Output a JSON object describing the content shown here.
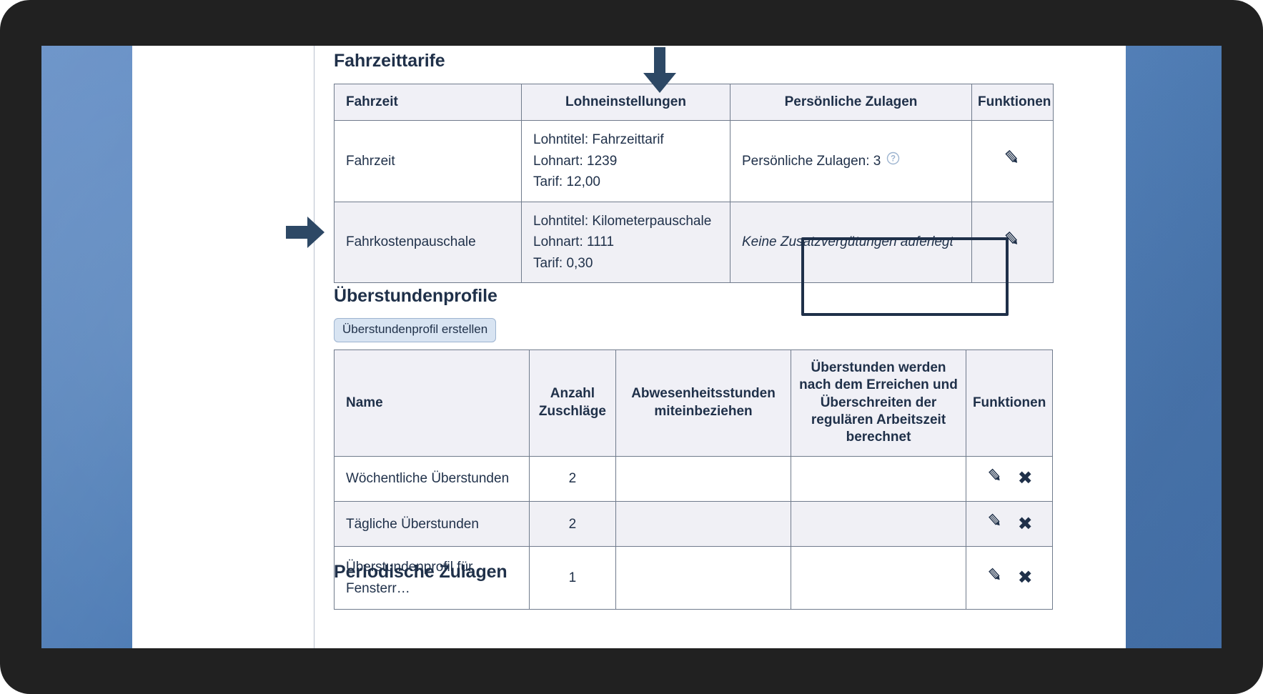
{
  "theme": {
    "bezel": "#212121",
    "desktop_blue": "#4a7ab5",
    "text_navy": "#1f3049",
    "table_border": "#707b8c",
    "header_fill": "#f0f0f6",
    "row_tint": "#f0f0f5",
    "button_fill": "#d8e4f2",
    "highlight_border": "#1f3049",
    "annotation_arrow": "#2d4865"
  },
  "sections": {
    "fahrzeittarife": {
      "heading": "Fahrzeittarife",
      "columns": [
        "Fahrzeit",
        "Lohneinstellungen",
        "Persönliche Zulagen",
        "Funktionen"
      ],
      "rows": [
        {
          "fahrzeit": "Fahrzeit",
          "lohneinstellungen": {
            "lohntitel": "Lohntitel: Fahrzeittarif",
            "lohnart": "Lohnart: 1239",
            "tarif": "Tarif: 12,00"
          },
          "zulagen": "Persönliche Zulagen: 3",
          "zulagen_help_icon": "help-circle-icon",
          "funktionen_icons": [
            "edit-pencil-icon"
          ]
        },
        {
          "fahrzeit": "Fahrkostenpauschale",
          "lohneinstellungen": {
            "lohntitel": "Lohntitel: Kilometerpauschale",
            "lohnart": "Lohnart: 1111",
            "tarif": "Tarif: 0,30"
          },
          "zulagen": "Keine Zusatzvergütungen auferlegt",
          "zulagen_help_icon": null,
          "funktionen_icons": [
            "edit-pencil-icon"
          ]
        }
      ]
    },
    "ueberstundenprofile": {
      "heading": "Überstundenprofile",
      "create_button": "Überstundenprofil erstellen",
      "columns": [
        "Name",
        "Anzahl Zuschläge",
        "Abwesenheitsstunden miteinbeziehen",
        "Überstunden werden nach dem Erreichen und Überschreiten der regulären Arbeitszeit berechnet",
        "Funktionen"
      ],
      "rows": [
        {
          "name": "Wöchentliche Überstunden",
          "anzahl_zuschlaege": "2",
          "abwesenheitsstunden": "",
          "ueberstunden_berechnet": "",
          "funktionen_icons": [
            "edit-pencil-icon",
            "delete-x-icon"
          ]
        },
        {
          "name": "Tägliche Überstunden",
          "anzahl_zuschlaege": "2",
          "abwesenheitsstunden": "",
          "ueberstunden_berechnet": "",
          "funktionen_icons": [
            "edit-pencil-icon",
            "delete-x-icon"
          ]
        },
        {
          "name": "Überstundenprofil für Fensterr…",
          "anzahl_zuschlaege": "1",
          "abwesenheitsstunden": "",
          "ueberstunden_berechnet": "",
          "funktionen_icons": [
            "edit-pencil-icon",
            "delete-x-icon"
          ]
        }
      ]
    },
    "periodische_zulagen": {
      "heading": "Periodische Zulagen"
    }
  },
  "annotations": [
    {
      "name": "arrow-down-lohneinstellungen",
      "direction": "down",
      "target": "Lohneinstellungen column header"
    },
    {
      "name": "arrow-right-fahrkostenpauschale",
      "direction": "right",
      "target": "Fahrkostenpauschale row"
    },
    {
      "name": "highlight-box-lohneinstellungen",
      "shape": "rectangle",
      "target": "Kilometerpauschale Lohneinstellungen cell"
    }
  ]
}
